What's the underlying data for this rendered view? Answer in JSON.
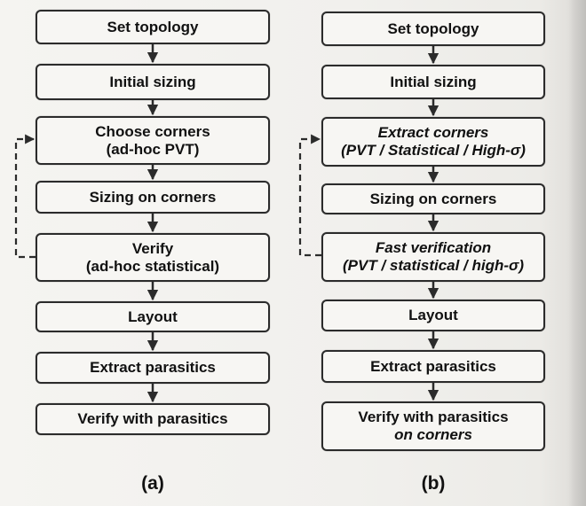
{
  "panel_a": {
    "label": "(a)",
    "steps": {
      "set_topology": "Set topology",
      "initial_sizing": "Initial sizing",
      "choose_corners": "Choose corners",
      "choose_corners_sub": "(ad-hoc PVT)",
      "sizing_on_corners": "Sizing on corners",
      "verify": "Verify",
      "verify_sub": "(ad-hoc statistical)",
      "layout": "Layout",
      "extract_parasitics": "Extract parasitics",
      "verify_with_parasitics": "Verify with parasitics"
    }
  },
  "panel_b": {
    "label": "(b)",
    "steps": {
      "set_topology": "Set topology",
      "initial_sizing": "Initial sizing",
      "extract_corners": "Extract corners",
      "extract_corners_sub": "(PVT / Statistical / High-σ)",
      "sizing_on_corners": "Sizing on corners",
      "fast_verification": "Fast verification",
      "fast_verification_sub": "(PVT / statistical / high-σ)",
      "layout": "Layout",
      "extract_parasitics": "Extract parasitics",
      "verify_with_parasitics": "Verify with parasitics",
      "verify_with_parasitics_sub": "on corners"
    }
  }
}
